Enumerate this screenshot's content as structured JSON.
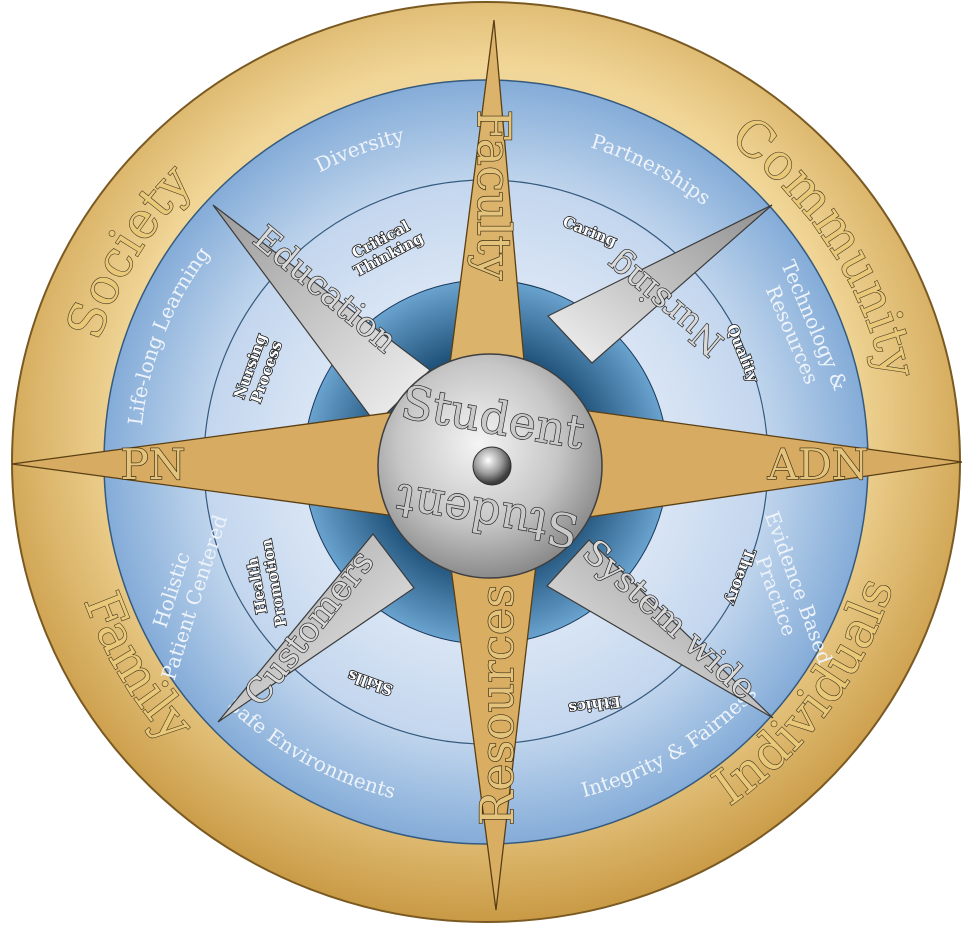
{
  "outer_ring": {
    "top_left": "Society",
    "top_right": "Community",
    "bottom_left": "Family",
    "bottom_right": "Individuals"
  },
  "middle_ring": {
    "top_left": "Diversity",
    "top_right": "Partnerships",
    "right_upper": "Technology &",
    "right_upper_2": "Resources",
    "right_lower": "Evidence Based",
    "right_lower_2": "Practice",
    "bottom_right": "Integrity & Fairness",
    "bottom_left": "Safe Environments",
    "left_lower": "Holistic",
    "left_lower_2": "Patient Centered",
    "left_upper": "Life-long Learning"
  },
  "inner_ring": {
    "critical_1": "Critical",
    "critical_2": "Thinking",
    "caring": "Caring",
    "quality": "Quality",
    "theory": "Theory",
    "ethics": "Ethics",
    "skills": "Skills",
    "health_1": "Health",
    "health_2": "Promotion",
    "nursing_process_1": "Nursing",
    "nursing_process_2": "Process"
  },
  "compass_points": {
    "north": "Faculty",
    "south": "Resources",
    "west": "PN",
    "east": "ADN",
    "northwest": "Education",
    "northeast": "Nursing",
    "southwest": "Customers",
    "southeast": "System wide"
  },
  "center": {
    "top": "Student",
    "bottom": "Student"
  },
  "colors": {
    "gold": "#e3c07a",
    "gold_dark": "#b8893c",
    "blue_ring": "#8fb4dc",
    "blue_dark": "#2f6f9c",
    "silver": "#c8c8c8"
  }
}
